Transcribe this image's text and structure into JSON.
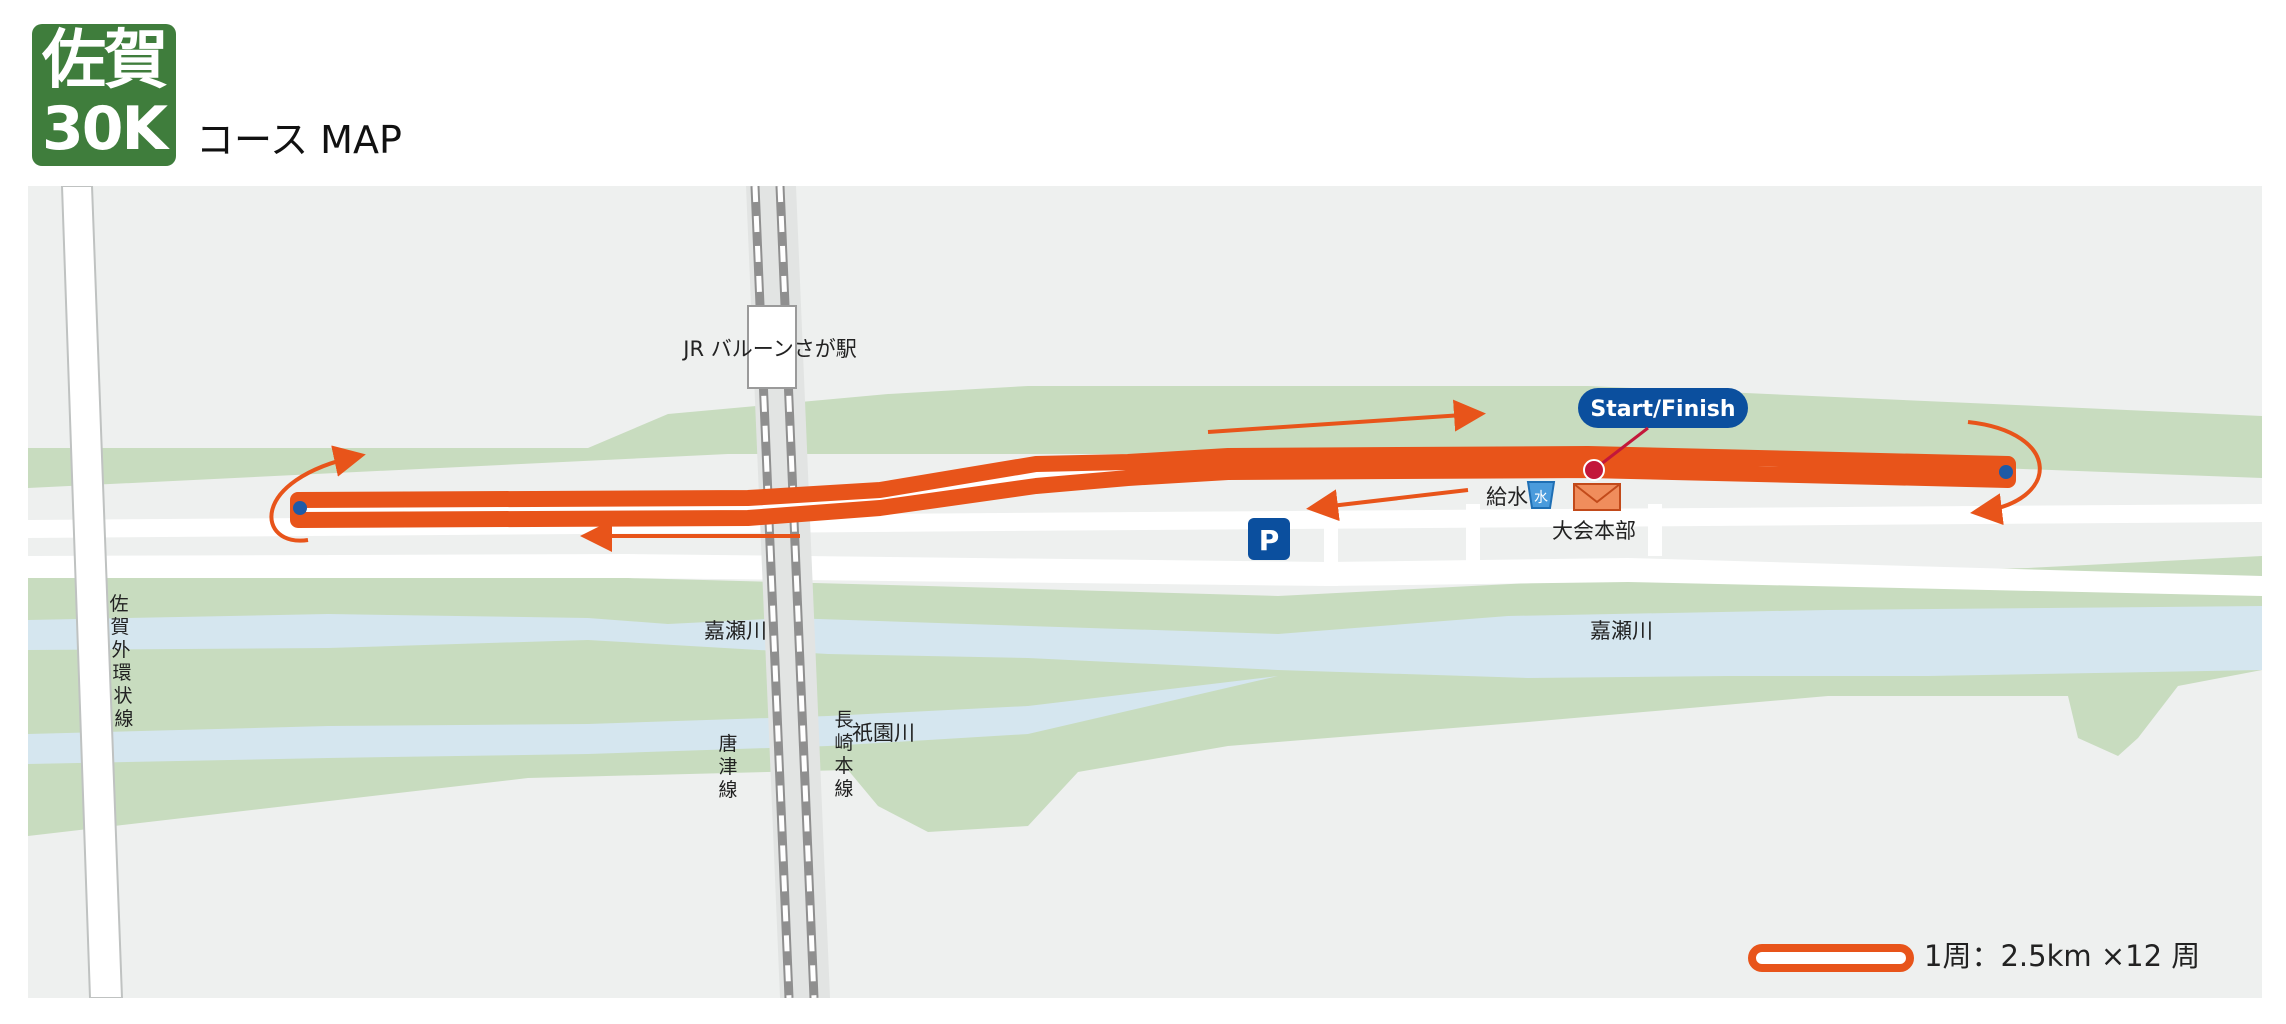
{
  "logo": {
    "line1": "佐賀",
    "line2": "30K"
  },
  "heading": "コース MAP",
  "labels": {
    "station": "JR バルーンさが駅",
    "start_finish": "Start/Finish",
    "water": "給水",
    "water_icon_glyph": "水",
    "hq": "大会本部",
    "parking": "P",
    "river_kase_left": "嘉瀬川",
    "river_kase_right": "嘉瀬川",
    "river_gion": "祇園川",
    "road_outer_ring": [
      "佐",
      "賀",
      "外",
      "環",
      "状",
      "線"
    ],
    "line_karatsu": [
      "唐",
      "津",
      "線"
    ],
    "line_nagasaki": [
      "長",
      "崎",
      "本",
      "線"
    ]
  },
  "legend": {
    "text": "1周：2.5km ×12 周"
  },
  "colors": {
    "course": "#e8541a",
    "start_marker": "#c3173a",
    "badge": "#0b4f9e",
    "parking": "#0b4f9e",
    "turn_dot": "#1f5aa6",
    "green": "#c8dcbf",
    "river": "#d5e6ef",
    "land": "#eef0ef",
    "logo": "#3f7d3c"
  },
  "icons": [
    "water-station-icon",
    "headquarters-tent-icon",
    "parking-icon",
    "start-marker-icon",
    "u-turn-arrow-icon",
    "direction-arrow-icon"
  ]
}
